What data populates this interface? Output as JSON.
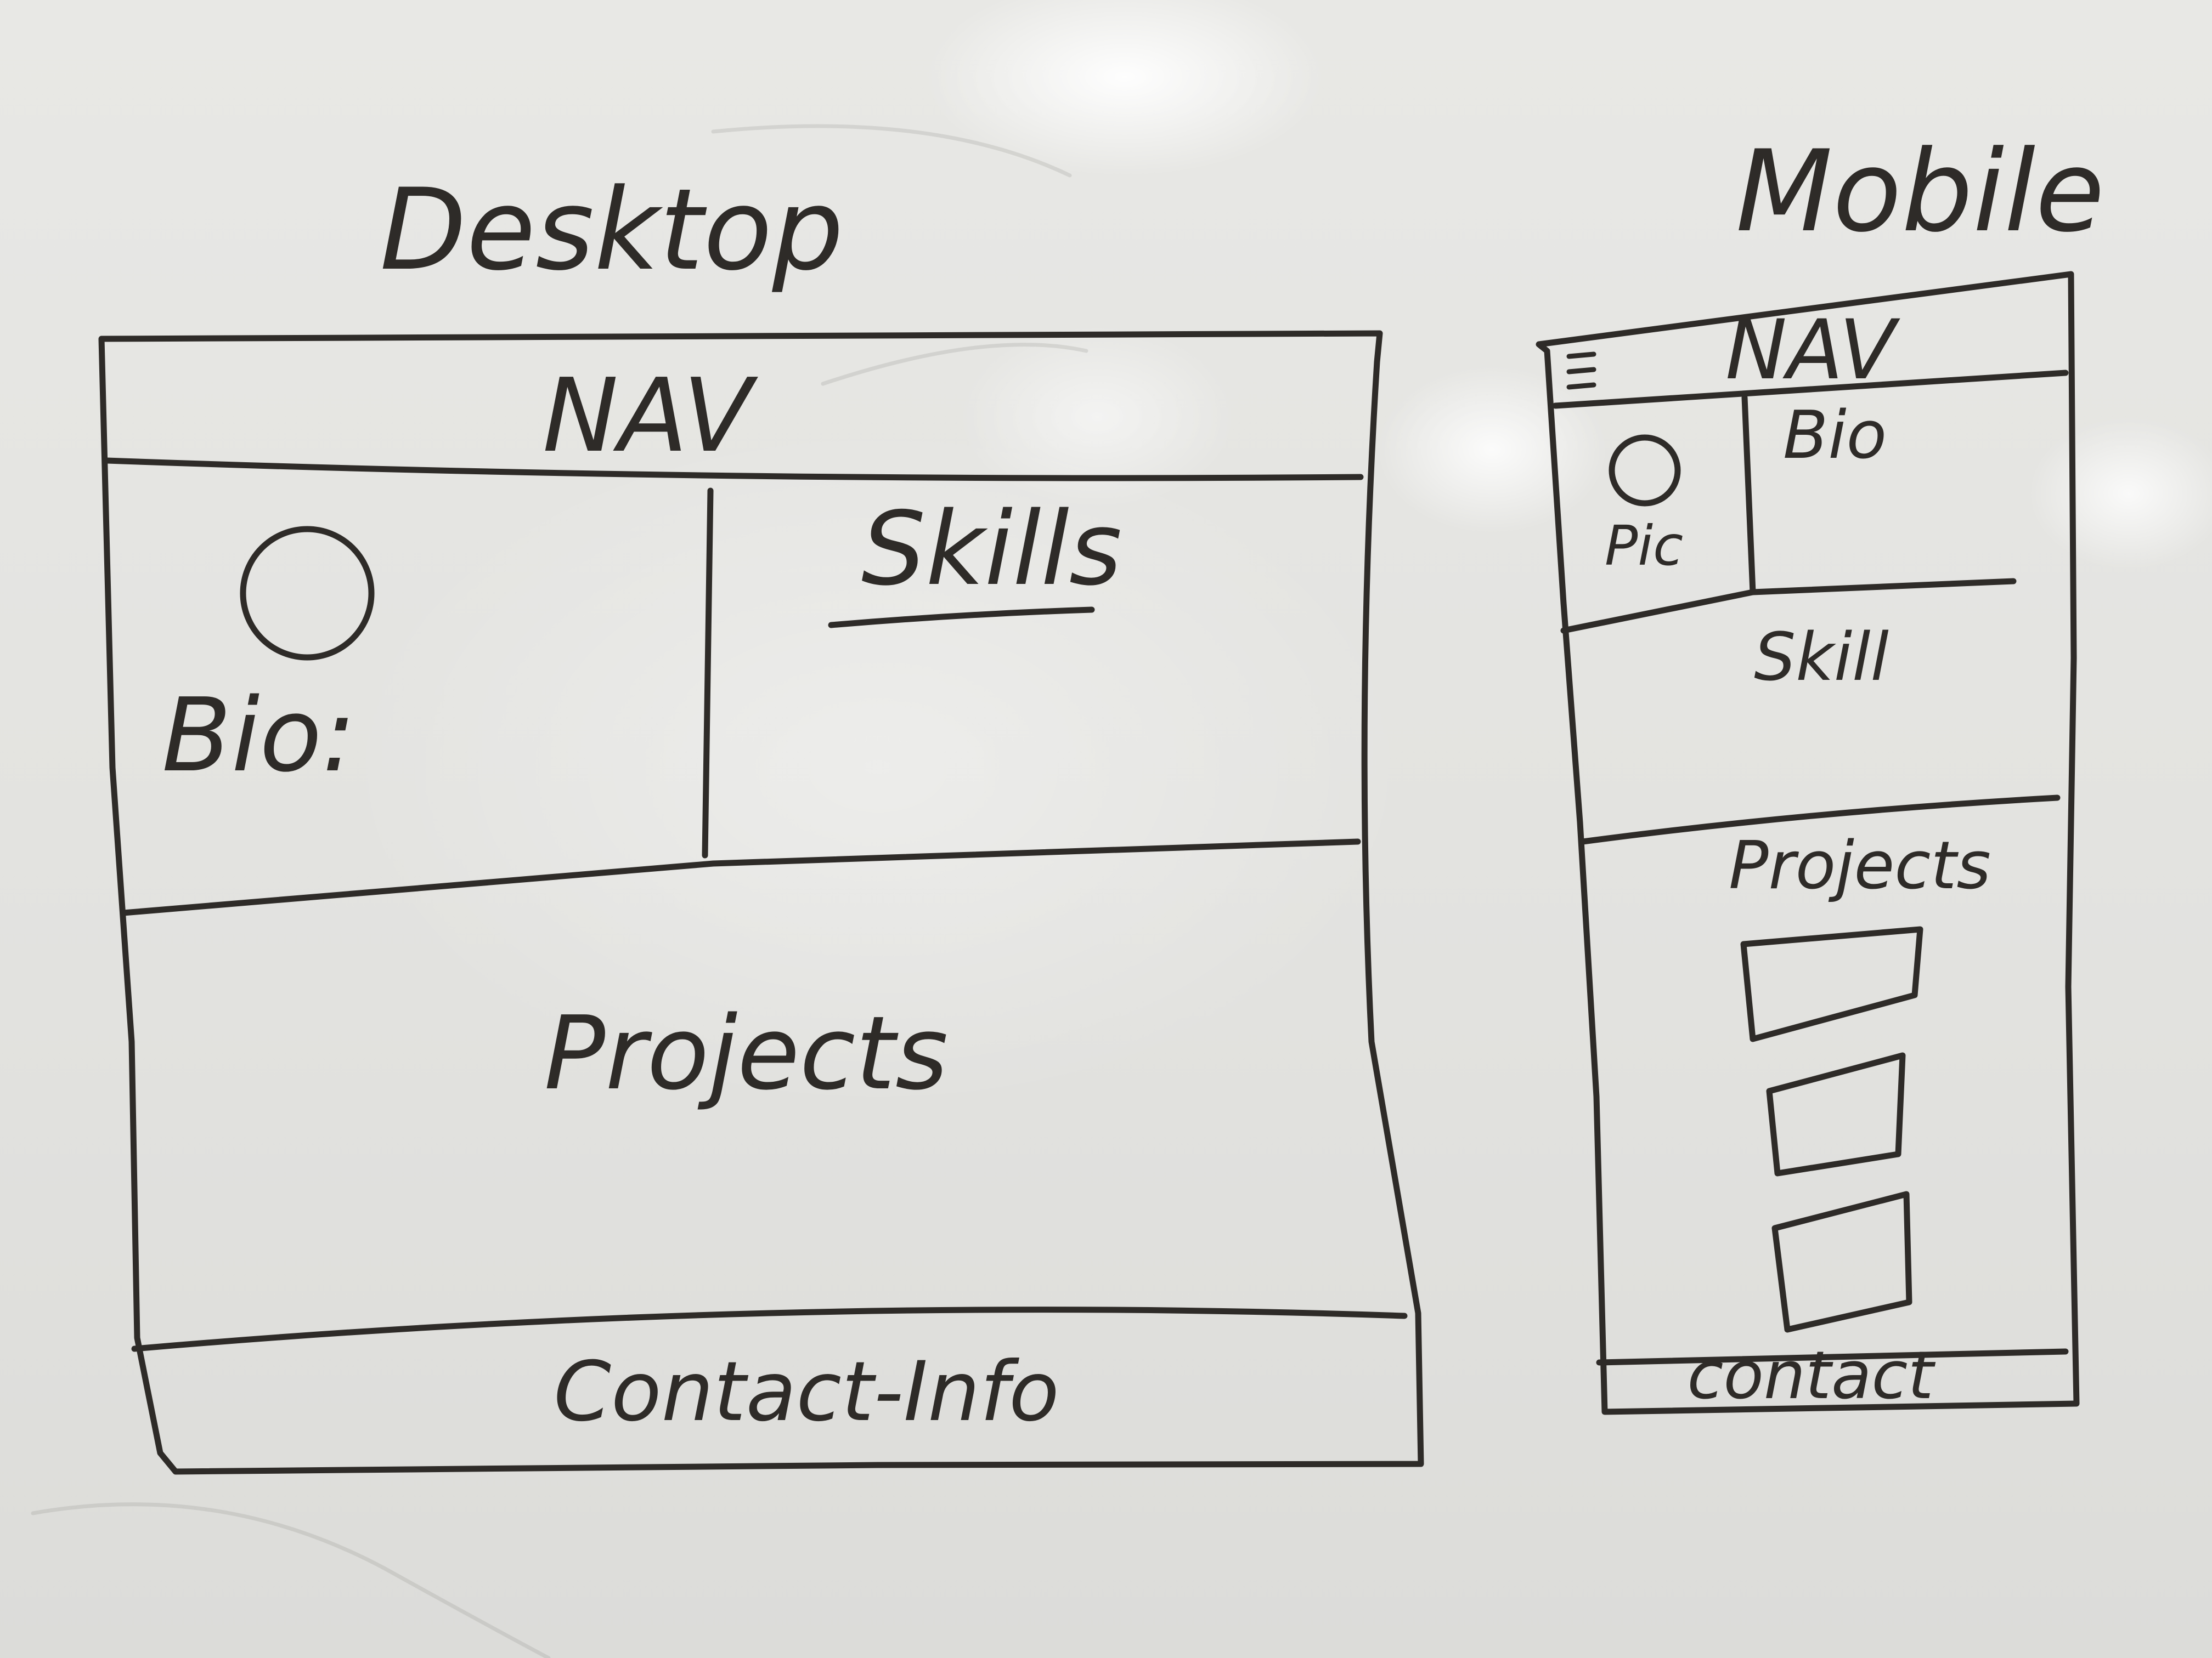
{
  "desktop": {
    "title": "Desktop",
    "nav": "NAV",
    "bio": "Bio:",
    "skills": "Skills",
    "projects": "Projects",
    "contact": "Contact-Info"
  },
  "mobile": {
    "title": "Mobile",
    "nav": "NAV",
    "pic": "Pic",
    "bio": "Bio",
    "skill": "Skill",
    "projects": "Projects",
    "contact": "contact"
  },
  "colors": {
    "ink": "#2e2b28",
    "board": "#e6e6e3"
  }
}
